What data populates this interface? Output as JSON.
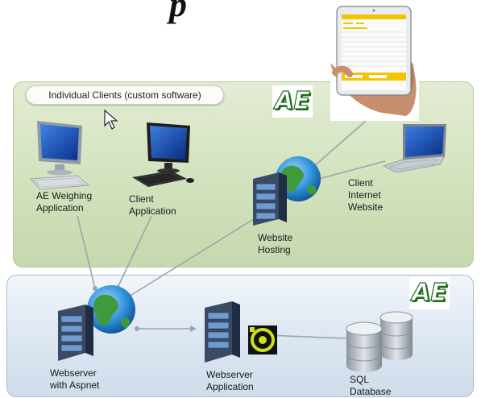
{
  "heading_fragment": "p",
  "clients_pill": "Individual Clients (custom software)",
  "logo_text": "AE",
  "labels": {
    "ae_weighing": [
      "AE Weighing",
      "Application"
    ],
    "client_app": [
      "Client",
      "Application"
    ],
    "client_internet": [
      "Client",
      "Internet",
      "Website"
    ],
    "website_hosting": [
      "Website",
      "Hosting"
    ],
    "webserver_aspnet": [
      "Webserver",
      "with Aspnet"
    ],
    "webserver_app": [
      "Webserver",
      "Application"
    ],
    "sql_db": [
      "SQL",
      "Database"
    ]
  },
  "colors": {
    "top_panel": "#d2e2bd",
    "bottom_panel": "#dde7f2",
    "tablet_header": "#f2c500",
    "connector": "#9aa6aa",
    "logo_green": "#1f6a1f"
  },
  "icons": [
    "desktop-computer-icon",
    "laptop-icon",
    "tablet-icon",
    "server-icon",
    "globe-icon",
    "database-icon",
    "mouse-cursor-icon"
  ]
}
